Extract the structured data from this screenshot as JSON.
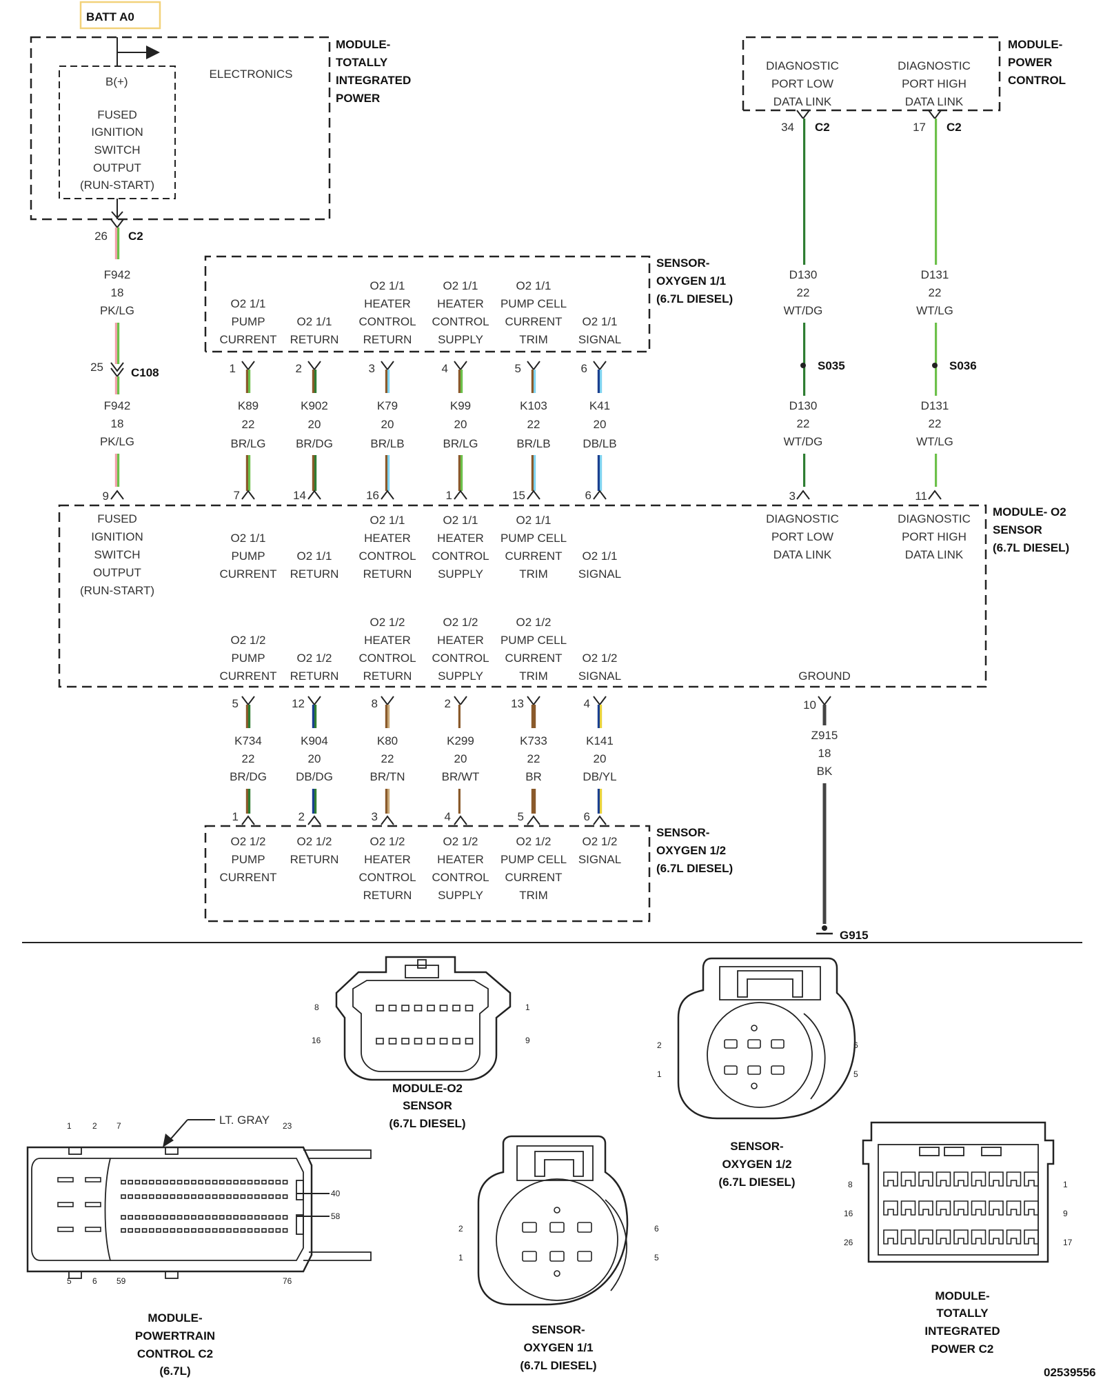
{
  "batt_label": "BATT A0",
  "ref_number": "02539556",
  "boxes": {
    "tipm": {
      "title": [
        "MODULE-",
        "TOTALLY",
        "INTEGRATED",
        "POWER"
      ],
      "inner_bplus": "B(+)",
      "inner_output": [
        "FUSED",
        "IGNITION",
        "SWITCH",
        "OUTPUT",
        "(RUN-START)"
      ],
      "electronics": "ELECTRONICS"
    },
    "pcm": {
      "title": [
        "MODULE-",
        "POWER",
        "CONTROL"
      ],
      "low": [
        "DIAGNOSTIC",
        "PORT LOW",
        "DATA LINK"
      ],
      "high": [
        "DIAGNOSTIC",
        "PORT HIGH",
        "DATA LINK"
      ]
    },
    "sensor11": {
      "title": [
        "SENSOR-",
        "OXYGEN 1/1",
        "(6.7L DIESEL)"
      ],
      "cols": [
        [
          "O2 1/1",
          "PUMP",
          "CURRENT"
        ],
        [
          "O2 1/1",
          "RETURN"
        ],
        [
          "O2 1/1",
          "HEATER",
          "CONTROL",
          "RETURN"
        ],
        [
          "O2 1/1",
          "HEATER",
          "CONTROL",
          "SUPPLY"
        ],
        [
          "O2 1/1",
          "PUMP CELL",
          "CURRENT",
          "TRIM"
        ],
        [
          "O2 1/1",
          "SIGNAL"
        ]
      ]
    },
    "o2module": {
      "title": [
        "MODULE- O2",
        "SENSOR",
        "(6.7L DIESEL)"
      ],
      "left": [
        "FUSED",
        "IGNITION",
        "SWITCH",
        "OUTPUT",
        "(RUN-START)"
      ],
      "low": [
        "DIAGNOSTIC",
        "PORT LOW",
        "DATA LINK"
      ],
      "high": [
        "DIAGNOSTIC",
        "PORT HIGH",
        "DATA LINK"
      ],
      "ground": "GROUND",
      "cols11": [
        [
          "O2 1/1",
          "PUMP",
          "CURRENT"
        ],
        [
          "O2 1/1",
          "RETURN"
        ],
        [
          "O2 1/1",
          "HEATER",
          "CONTROL",
          "RETURN"
        ],
        [
          "O2 1/1",
          "HEATER",
          "CONTROL",
          "SUPPLY"
        ],
        [
          "O2 1/1",
          "PUMP CELL",
          "CURRENT",
          "TRIM"
        ],
        [
          "O2 1/1",
          "SIGNAL"
        ]
      ],
      "cols12": [
        [
          "O2 1/2",
          "PUMP",
          "CURRENT"
        ],
        [
          "O2 1/2",
          "RETURN"
        ],
        [
          "O2 1/2",
          "HEATER",
          "CONTROL",
          "RETURN"
        ],
        [
          "O2 1/2",
          "HEATER",
          "CONTROL",
          "SUPPLY"
        ],
        [
          "O2 1/2",
          "PUMP CELL",
          "CURRENT",
          "TRIM"
        ],
        [
          "O2 1/2",
          "SIGNAL"
        ]
      ]
    },
    "sensor12": {
      "title": [
        "SENSOR-",
        "OXYGEN 1/2",
        "(6.7L DIESEL)"
      ],
      "cols": [
        [
          "O2 1/2",
          "PUMP",
          "CURRENT"
        ],
        [
          "O2 1/2",
          "RETURN"
        ],
        [
          "O2 1/2",
          "HEATER",
          "CONTROL",
          "RETURN"
        ],
        [
          "O2 1/2",
          "HEATER",
          "CONTROL",
          "SUPPLY"
        ],
        [
          "O2 1/2",
          "PUMP CELL",
          "CURRENT",
          "TRIM"
        ],
        [
          "O2 1/2",
          "SIGNAL"
        ]
      ]
    }
  },
  "connectors": {
    "c2_tipm": "C2",
    "c2_pcm_low": "C2",
    "c2_pcm_high": "C2",
    "c108": "C108",
    "s035": "S035",
    "s036": "S036",
    "g915": "G915"
  },
  "pins": {
    "tipm_c2": "26",
    "c108_top": "25",
    "o2mod_f942": "9",
    "pcm_low": "34",
    "pcm_high": "17",
    "sensor11": [
      "1",
      "2",
      "3",
      "4",
      "5",
      "6"
    ],
    "o2mod_11": [
      "7",
      "14",
      "16",
      "1",
      "15",
      "6"
    ],
    "o2mod_low": "3",
    "o2mod_high": "11",
    "o2mod_12": [
      "5",
      "12",
      "8",
      "2",
      "13",
      "4"
    ],
    "o2mod_ground": "10",
    "sensor12": [
      "1",
      "2",
      "3",
      "4",
      "5",
      "6"
    ]
  },
  "wires": {
    "f942_a": [
      "F942",
      "18",
      "PK/LG"
    ],
    "f942_b": [
      "F942",
      "18",
      "PK/LG"
    ],
    "d130_a": [
      "D130",
      "22",
      "WT/DG"
    ],
    "d130_b": [
      "D130",
      "22",
      "WT/DG"
    ],
    "d131_a": [
      "D131",
      "22",
      "WT/LG"
    ],
    "d131_b": [
      "D131",
      "22",
      "WT/LG"
    ],
    "upper": [
      [
        "K89",
        "22",
        "BR/LG"
      ],
      [
        "K902",
        "20",
        "BR/DG"
      ],
      [
        "K79",
        "20",
        "BR/LB"
      ],
      [
        "K99",
        "20",
        "BR/LG"
      ],
      [
        "K103",
        "22",
        "BR/LB"
      ],
      [
        "K41",
        "20",
        "DB/LB"
      ]
    ],
    "lower": [
      [
        "K734",
        "22",
        "BR/DG"
      ],
      [
        "K904",
        "20",
        "DB/DG"
      ],
      [
        "K80",
        "22",
        "BR/TN"
      ],
      [
        "K299",
        "20",
        "BR/WT"
      ],
      [
        "K733",
        "22",
        "BR"
      ],
      [
        "K141",
        "20",
        "DB/YL"
      ]
    ],
    "z915": [
      "Z915",
      "18",
      "BK"
    ]
  },
  "wire_colors": {
    "upper": [
      [
        "#8a5a2b",
        "#6cc04a"
      ],
      [
        "#8a5a2b",
        "#2e7d32"
      ],
      [
        "#8a5a2b",
        "#7fd3f0"
      ],
      [
        "#8a5a2b",
        "#6cc04a"
      ],
      [
        "#8a5a2b",
        "#7fd3f0"
      ],
      [
        "#1a3f8f",
        "#7fd3f0"
      ]
    ],
    "lower": [
      [
        "#8a5a2b",
        "#2e7d32"
      ],
      [
        "#1a3f8f",
        "#2e7d32"
      ],
      [
        "#8a5a2b",
        "#c8a878"
      ],
      [
        "#8a5a2b",
        "#ffffff"
      ],
      [
        "#8a5a2b",
        "#8a5a2b"
      ],
      [
        "#1a3f8f",
        "#e8d23a"
      ]
    ],
    "f942": [
      "#f0a0a8",
      "#6cc04a"
    ],
    "d130": [
      "#ffffff",
      "#2e7d32"
    ],
    "d131": [
      "#ffffff",
      "#6cc04a"
    ],
    "z915": "#444444"
  },
  "views": {
    "o2mod": {
      "caption": [
        "MODULE-O2",
        "SENSOR",
        "(6.7L DIESEL)"
      ],
      "pins": [
        "8",
        "1",
        "16",
        "9"
      ]
    },
    "sensor12": {
      "caption": [
        "SENSOR-",
        "OXYGEN 1/2",
        "(6.7L DIESEL)"
      ],
      "pins": [
        "2",
        "6",
        "1",
        "5"
      ]
    },
    "pcm": {
      "caption": [
        "MODULE-",
        "POWERTRAIN",
        "CONTROL C2",
        "(6.7L)"
      ],
      "lt_gray": "LT. GRAY",
      "pins_top": [
        "1",
        "2",
        "7",
        "23"
      ],
      "pins_right": [
        "40",
        "58"
      ],
      "pins_bottom": [
        "5",
        "6",
        "59",
        "76"
      ]
    },
    "sensor11": {
      "caption": [
        "SENSOR-",
        "OXYGEN 1/1",
        "(6.7L DIESEL)"
      ],
      "pins": [
        "2",
        "6",
        "1",
        "5"
      ]
    },
    "tipm": {
      "caption": [
        "MODULE-",
        "TOTALLY",
        "INTEGRATED",
        "POWER C2"
      ],
      "pins": [
        "8",
        "1",
        "16",
        "9",
        "26",
        "17"
      ]
    }
  }
}
